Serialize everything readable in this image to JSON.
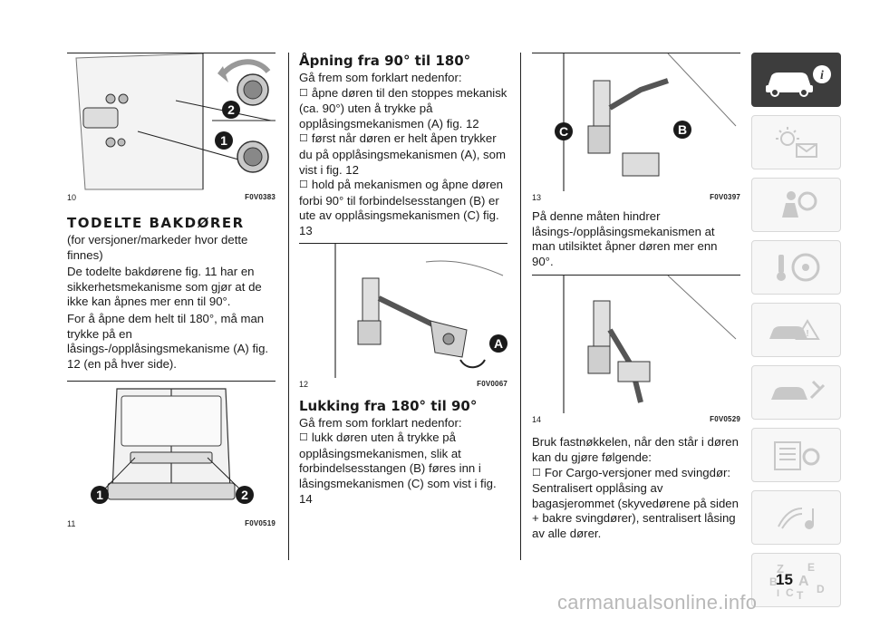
{
  "col1": {
    "fig10": {
      "num": "10",
      "code": "F0V0383",
      "callouts": [
        "2",
        "1"
      ]
    },
    "heading": "TODELTE BAKDØRER",
    "paragraphs": [
      "(for versjoner/markeder hvor dette finnes)",
      "De todelte bakdørene fig. 11 har en sikkerhetsmekanisme som gjør at de ikke kan åpnes mer enn til 90°.",
      "For å åpne dem helt til 180°, må man trykke på en låsings-/opplåsingsmekanisme (A) fig. 12 (en på hver side)."
    ],
    "fig11": {
      "num": "11",
      "code": "F0V0519",
      "callouts": [
        "1",
        "2"
      ]
    }
  },
  "col2": {
    "heading1": "Åpning fra 90° til 180°",
    "intro1": "Gå frem som forklart nedenfor:",
    "bullets1": [
      "åpne døren til den stoppes mekanisk (ca. 90°) uten å trykke på opplåsingsmekanismen (A) fig. 12",
      "først når døren er helt åpen trykker du på opplåsingsmekanismen (A), som vist i fig. 12",
      "hold på mekanismen og åpne døren forbi 90° til forbindelsesstangen (B) er ute av opplåsingsmekanismen (C) fig. 13"
    ],
    "fig12": {
      "num": "12",
      "code": "F0V0067",
      "callout": "A"
    },
    "heading2": "Lukking fra 180° til 90°",
    "intro2": "Gå frem som forklart nedenfor:",
    "bullets2": [
      "lukk døren uten å trykke på opplåsingsmekanismen, slik at forbindelsesstangen (B) føres inn i låsingsmekanismen (C) som vist i fig. 14"
    ]
  },
  "col3": {
    "fig13": {
      "num": "13",
      "code": "F0V0397",
      "callouts": [
        "C",
        "B"
      ]
    },
    "para1": "På denne måten hindrer låsings-/opplåsingsmekanismen at man utilsiktet åpner døren mer enn 90°.",
    "fig14": {
      "num": "14",
      "code": "F0V0529"
    },
    "para2": "Bruk fastnøkkelen, når den står i døren kan du gjøre følgende:",
    "bullets": [
      "For Cargo-versjoner med svingdør: Sentralisert opplåsing av bagasjerommet (skyvedørene på siden + bakre svingdører), sentralisert låsing av alle dører."
    ]
  },
  "sidebar": {
    "tabs": [
      "car-info-icon",
      "warning-lights-icon",
      "airbag-icon",
      "steering-start-icon",
      "breakdown-icon",
      "maintenance-icon",
      "specs-icon",
      "multimedia-icon",
      "index-icon"
    ],
    "index_letters": [
      "Z",
      "E",
      "B",
      "A",
      "I",
      "C",
      "T",
      "D"
    ],
    "active_color": "#3d3d3d"
  },
  "page_number": "15",
  "watermark": "carmanualsonline.info"
}
